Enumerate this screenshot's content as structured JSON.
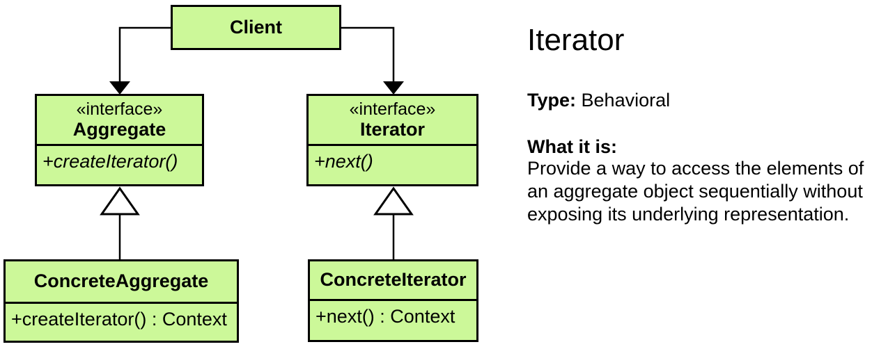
{
  "diagram": {
    "client": {
      "name": "Client"
    },
    "aggregate": {
      "stereotype": "«interface»",
      "name": "Aggregate",
      "method": "+createIterator()"
    },
    "iterator": {
      "stereotype": "«interface»",
      "name": "Iterator",
      "method": "+next()"
    },
    "concrete_aggregate": {
      "name": "ConcreteAggregate",
      "method": "+createIterator() : Context"
    },
    "concrete_iterator": {
      "name": "ConcreteIterator",
      "method": "+next() : Context"
    }
  },
  "info": {
    "title": "Iterator",
    "type_label": "Type:",
    "type_value": "Behavioral",
    "what_label": "What it is:",
    "description": "Provide a way to access the elements of an aggregate object sequentially without exposing its underlying representation."
  },
  "colors": {
    "box_fill": "#ccf899",
    "box_border": "#000000",
    "line_color": "#000000",
    "background": "#ffffff"
  }
}
